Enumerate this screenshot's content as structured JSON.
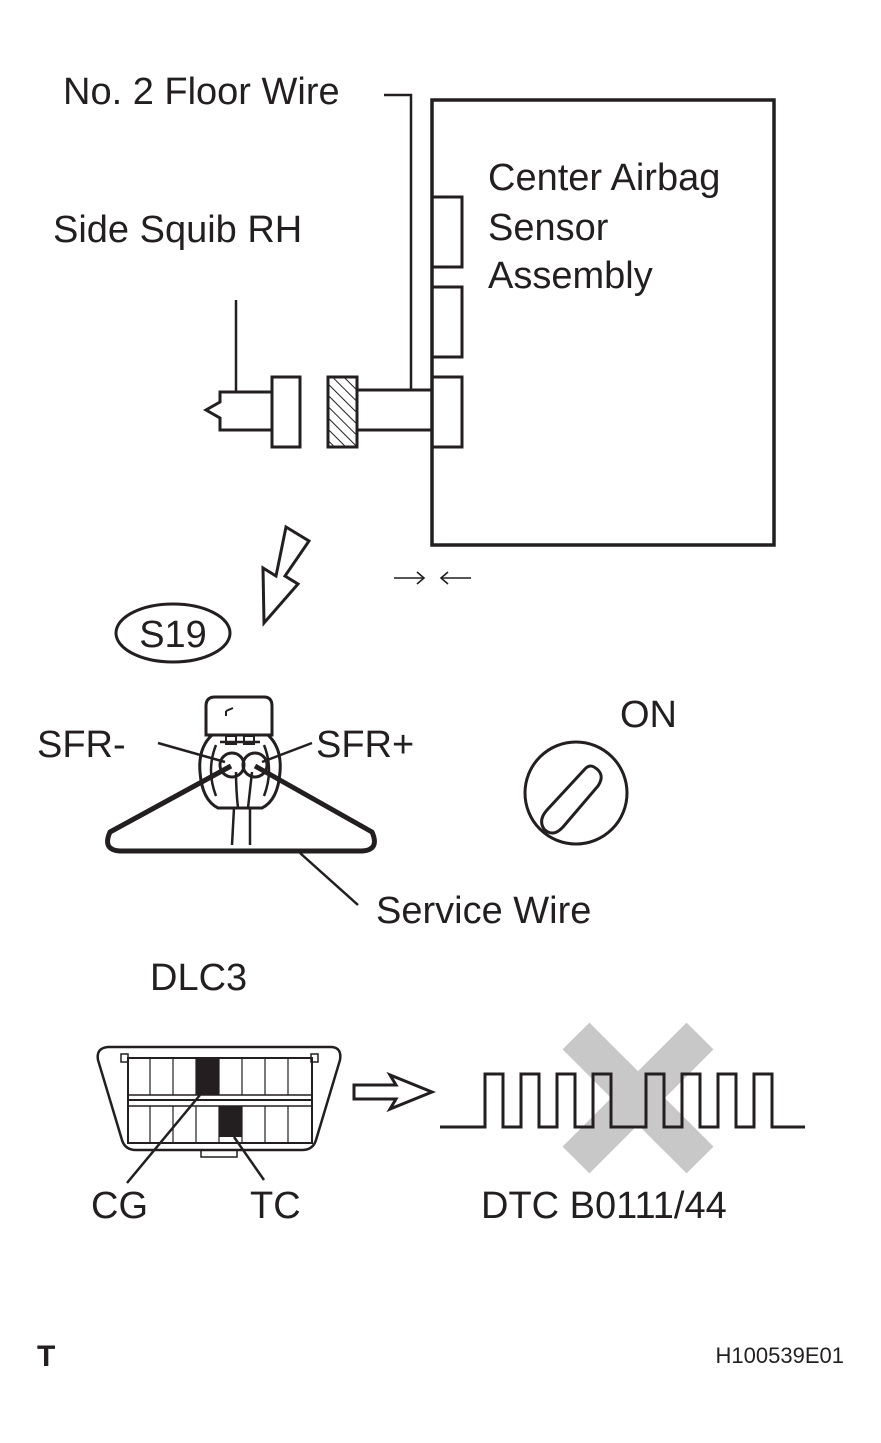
{
  "labels": {
    "floor_wire": "No. 2 Floor Wire",
    "side_squib": "Side Squib RH",
    "sensor_line1": "Center Airbag",
    "sensor_line2": "Sensor",
    "sensor_line3": "Assembly",
    "connector_code": "S19",
    "sfr_minus": "SFR-",
    "sfr_plus": "SFR+",
    "ignition": "ON",
    "service_wire": "Service Wire",
    "dlc": "DLC3",
    "cg": "CG",
    "tc": "TC",
    "dtc": "DTC B0111/44",
    "corner_mark": "T",
    "figure_id": "H100539E01"
  },
  "icons": {
    "connection_arrow": "hollow-down-left-arrow",
    "disconnect_mark": "inward-arrows",
    "ignition_switch": "ignition-key-icon",
    "output_arrow": "hollow-right-arrow",
    "not_output_mark": "gray-cross"
  },
  "colors": {
    "line": "#231f20",
    "cross": "#c8c8c8",
    "pin_fill": "#231f20"
  }
}
